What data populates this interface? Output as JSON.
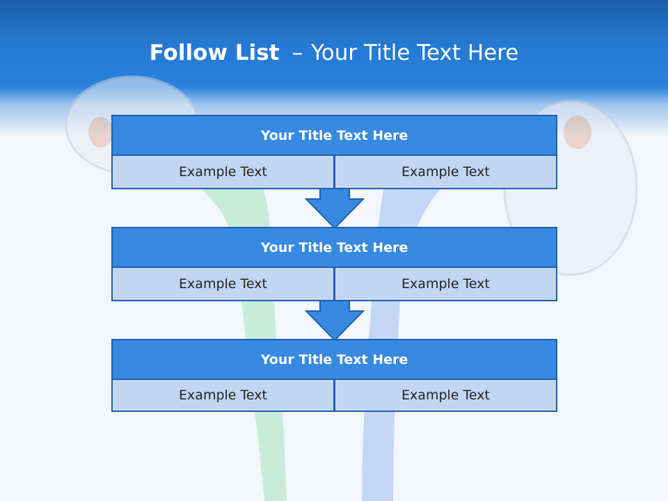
{
  "title": {
    "bold": "Follow List",
    "dash": "–",
    "rest": "Your Title Text Here"
  },
  "colors": {
    "header_blue": "#2478d0",
    "box_blue": "#3789e2",
    "box_border": "#1f5fa9",
    "cell_fill": "#c3d6f1",
    "arrow_fill": "#3789e2"
  },
  "blocks": [
    {
      "title": "Your Title Text Here",
      "left": "Example Text",
      "right": "Example Text"
    },
    {
      "title": "Your Title Text Here",
      "left": "Example Text",
      "right": "Example Text"
    },
    {
      "title": "Your Title Text Here",
      "left": "Example Text",
      "right": "Example Text"
    }
  ],
  "background": {
    "picture": "paint-pouring-cans",
    "colors": [
      "#8fd9a8",
      "#8fb4f0"
    ]
  }
}
